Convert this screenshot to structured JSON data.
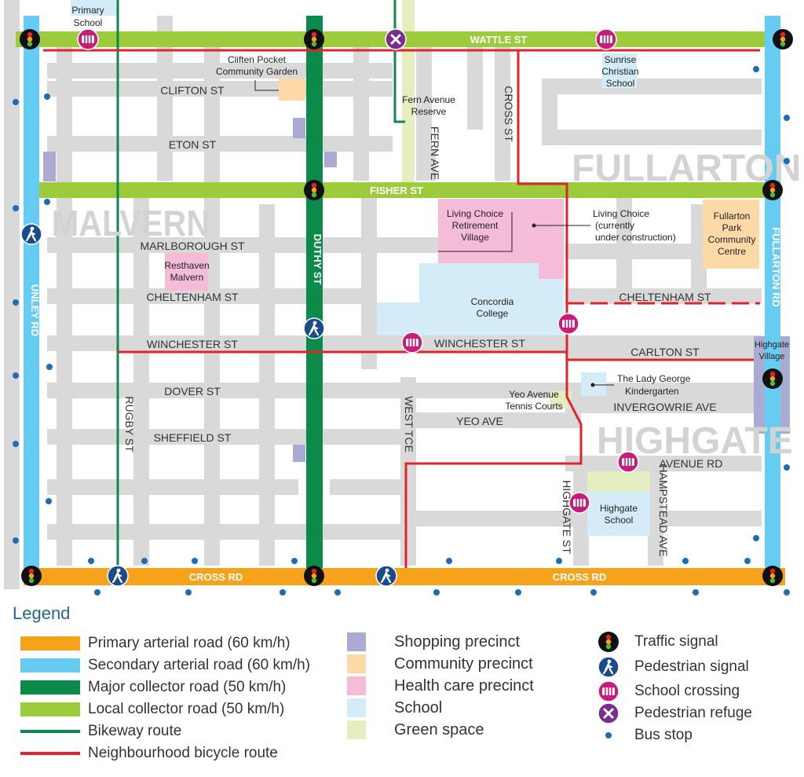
{
  "map": {
    "colors": {
      "background": "#ffffff",
      "local_road": "#d9d9d9",
      "primary_arterial": "#f7a21b",
      "secondary_arterial": "#66ccf1",
      "major_collector": "#0c8a49",
      "local_collector": "#9ccc3c",
      "bikeway": "#0c8a49",
      "bicycle_route": "#e0242b",
      "shopping": "#a9abd3",
      "community": "#fed9a8",
      "health": "#f5bcd8",
      "school": "#d4ecf8",
      "green_space": "#e4eec0",
      "bus_stop": "#1d6db5"
    },
    "roads": {
      "wattle": "WATTLE ST",
      "fisher": "FISHER ST",
      "cross_rd_left": "CROSS RD",
      "cross_rd_right": "CROSS RD",
      "duthy": "DUTHY ST",
      "unley": "UNLEY RD",
      "fullarton": "FULLARTON RD",
      "clifton": "CLIFTON ST",
      "eton": "ETON ST",
      "marlborough": "MARLBOROUGH ST",
      "cheltenham_w": "CHELTENHAM ST",
      "cheltenham_e": "CHELTENHAM ST",
      "winchester_w": "WINCHESTER ST",
      "winchester_e": "WINCHESTER ST",
      "dover": "DOVER ST",
      "sheffield": "SHEFFIELD ST",
      "rugby": "RUGBY ST",
      "fern": "FERN AVE",
      "cross_st": "CROSS ST",
      "west_tce": "WEST TCE",
      "yeo": "YEO AVE",
      "carlton": "CARLTON ST",
      "invergowrie": "INVERGOWRIE AVE",
      "avenue_rd": "AVENUE RD",
      "highgate_st": "HIGHGATE ST",
      "hampstead": "HAMPSTEAD AVE"
    },
    "suburbs": {
      "malvern": "MALVERN",
      "fullarton": "FULLARTON",
      "highgate": "HIGHGATE"
    },
    "places": {
      "primary_school": [
        "Primary",
        "School"
      ],
      "clifton_garden": [
        "Cliften Pocket",
        "Community Garden"
      ],
      "fern_reserve": [
        "Fern Avenue",
        "Reserve"
      ],
      "sunrise_school": [
        "Sunrise",
        "Christian",
        "School"
      ],
      "living_choice_village": [
        "Living Choice",
        "Retirement",
        "Village"
      ],
      "living_choice_construction": [
        "Living Choice",
        "(currently",
        "under construction)"
      ],
      "fullarton_centre": [
        "Fullarton",
        "Park",
        "Community",
        "Centre"
      ],
      "resthaven": [
        "Resthaven",
        "Malvern"
      ],
      "concordia": [
        "Concordia",
        "College"
      ],
      "highgate_village": [
        "Highgate",
        "Village"
      ],
      "lady_george": [
        "The Lady George",
        "Kindergarten"
      ],
      "yeo_tennis": [
        "Yeo Avenue",
        "Tennis Courts"
      ],
      "highgate_school": [
        "Highgate",
        "School"
      ]
    }
  },
  "legend": {
    "title": "Legend",
    "items": {
      "primary": "Primary arterial road (60 km/h)",
      "secondary": "Secondary arterial road (60 km/h)",
      "major": "Major collector road (50 km/h)",
      "local": "Local collector road (50 km/h)",
      "bikeway": "Bikeway route",
      "bicycle": "Neighbourhood bicycle route",
      "shopping": "Shopping precinct",
      "community": "Community precinct",
      "health": "Health care precinct",
      "school": "School",
      "green": "Green space",
      "traffic": "Traffic signal",
      "ped_signal": "Pedestrian signal",
      "school_crossing": "School crossing",
      "ped_refuge": "Pedestrian refuge",
      "bus_stop": "Bus stop"
    }
  }
}
